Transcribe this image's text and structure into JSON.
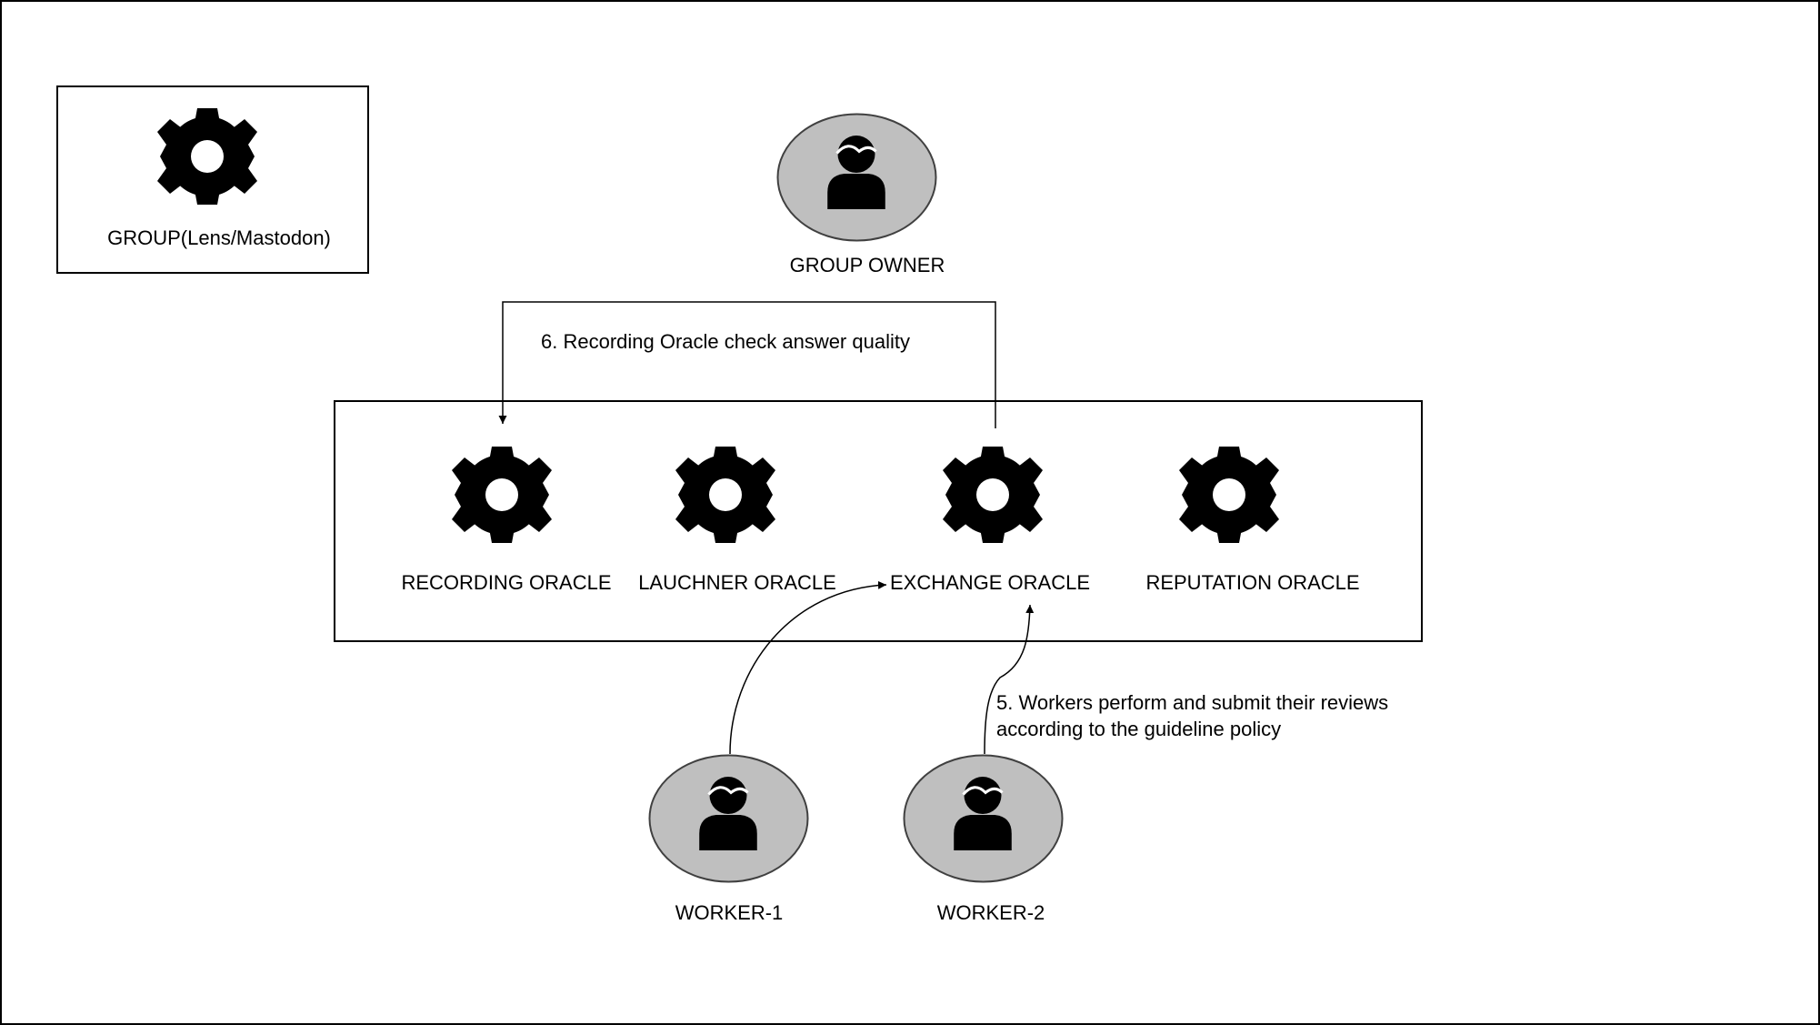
{
  "legend": {
    "icon": "gear-icon",
    "label": "GROUP(Lens/Mastodon)"
  },
  "owner": {
    "icon": "user-icon",
    "label": "GROUP OWNER"
  },
  "oracles": [
    {
      "icon": "gear-icon",
      "label": "RECORDING ORACLE"
    },
    {
      "icon": "gear-icon",
      "label": "LAUCHNER ORACLE"
    },
    {
      "icon": "gear-icon",
      "label": "EXCHANGE ORACLE"
    },
    {
      "icon": "gear-icon",
      "label": "REPUTATION ORACLE"
    }
  ],
  "workers": [
    {
      "icon": "user-icon",
      "label": "WORKER-1"
    },
    {
      "icon": "user-icon",
      "label": "WORKER-2"
    }
  ],
  "steps": {
    "step6": "6. Recording Oracle check answer quality",
    "step5_line1": "5. Workers perform and submit their reviews",
    "step5_line2": "according to the guideline policy"
  },
  "colors": {
    "user_fill": "#bfbfbf",
    "stroke": "#000000",
    "icon": "#000000"
  }
}
